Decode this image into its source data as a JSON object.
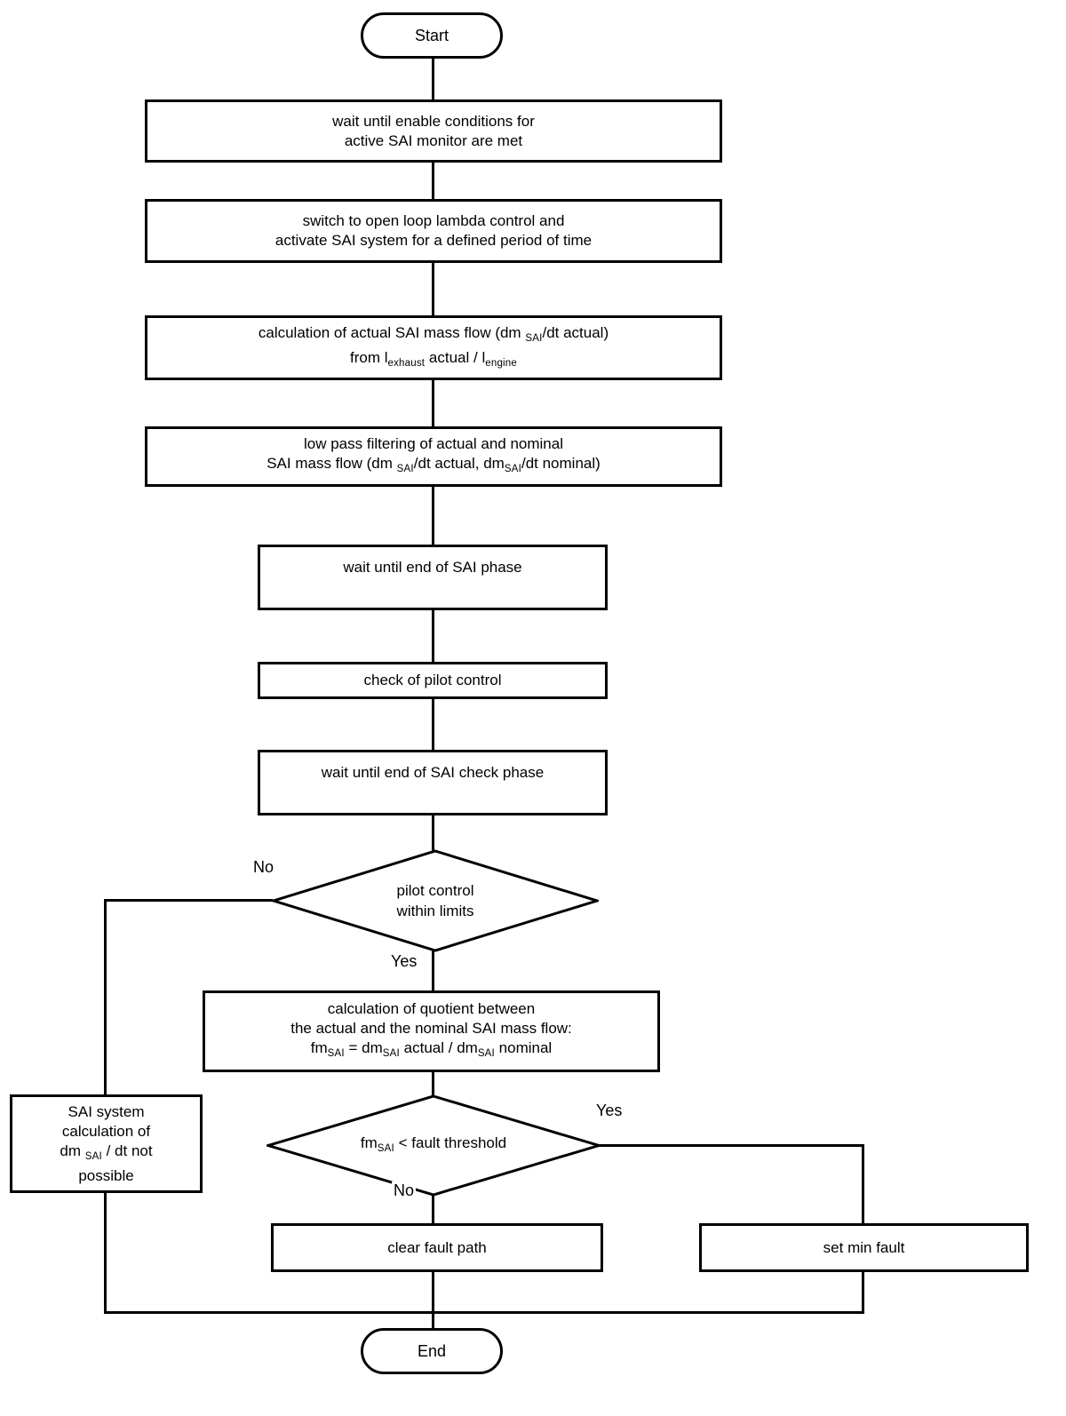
{
  "flowchart": {
    "colors": {
      "line": "#000000",
      "background": "#ffffff"
    },
    "terminals": {
      "start": "Start",
      "end": "End"
    },
    "boxes": {
      "wait_enable": {
        "line1": "wait until enable conditions for",
        "line2": "active SAI monitor are met"
      },
      "switch_open_loop": {
        "line1": "switch to open loop lambda control and",
        "line2": "activate SAI system for a defined period of time"
      },
      "calc_actual_flow": {
        "line1_pre": "calculation of actual SAI mass flow (dm ",
        "line1_sub": "SAI",
        "line1_post": "/dt actual)",
        "line2_pre": "from l",
        "line2_sub1": "exhaust",
        "line2_mid": " actual / l",
        "line2_sub2": "engine"
      },
      "low_pass": {
        "line1": "low pass filtering of actual and nominal",
        "line2_pre": "SAI mass flow (dm ",
        "line2_sub1": "SAI",
        "line2_mid": "/dt actual, dm",
        "line2_sub2": "SAI",
        "line2_post": "/dt nominal)"
      },
      "wait_end_sai": {
        "line1": "wait until end of SAI phase"
      },
      "check_pilot": {
        "line1": "check of pilot control"
      },
      "wait_end_check": {
        "line1": "wait until end of SAI check phase"
      },
      "calc_quotient": {
        "line1": "calculation of quotient between",
        "line2": "the actual and the nominal SAI mass flow:",
        "line3_pre": "fm",
        "line3_sub1": "SAI",
        "line3_mid1": " = dm",
        "line3_sub2": "SAI",
        "line3_mid2": " actual / dm",
        "line3_sub3": "SAI",
        "line3_post": " nominal"
      },
      "sai_not_possible": {
        "line1": "SAI system",
        "line2": "calculation of",
        "line3_pre": "dm ",
        "line3_sub": "SAI",
        "line3_post": " / dt not",
        "line4": "possible"
      },
      "clear_fault": {
        "line1": "clear fault path"
      },
      "set_min_fault": {
        "line1": "set min fault"
      }
    },
    "decisions": {
      "pilot_within_limits": {
        "line1": "pilot control",
        "line2": "within limits",
        "no_label": "No",
        "yes_label": "Yes"
      },
      "fault_threshold": {
        "pre": "fm",
        "sub": "SAI",
        "post": " < fault threshold",
        "yes_label": "Yes",
        "no_label": "No"
      }
    }
  }
}
